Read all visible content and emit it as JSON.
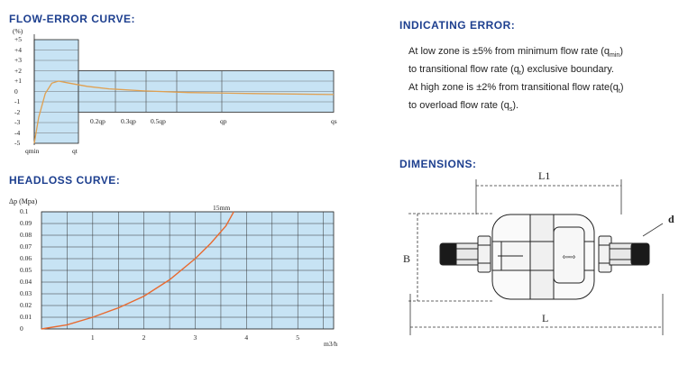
{
  "flow_error": {
    "title": "FLOW-ERROR CURVE:",
    "y_unit": "(%)",
    "y_ticks": [
      "+5",
      "+4",
      "+3",
      "+2",
      "+1",
      "0",
      "-1",
      "-2",
      "-3",
      "-4",
      "-5"
    ],
    "x_labels": [
      "0.2qp",
      "0.3qp",
      "0.5qp",
      "qp",
      "qs"
    ],
    "qmin_label": "qmin",
    "qt_label": "qt"
  },
  "headloss": {
    "title": "HEADLOSS CURVE:",
    "y_unit": "Δp (Mpa)",
    "x_unit": "m3/h",
    "curve_label": "15mm"
  },
  "indicating_error": {
    "title": "INDICATING ERROR:",
    "lines": [
      {
        "pre": "At low zone is ±5% from minimum flow rate (q",
        "sub": "min",
        "post": ")"
      },
      {
        "pre": "to transitional flow rate (q",
        "sub": "t",
        "post": ") exclusive boundary."
      },
      {
        "pre": "At high zone is ±2% from transitional flow rate(q",
        "sub": "t",
        "post": ")"
      },
      {
        "pre": "to overload flow rate (q",
        "sub": "s",
        "post": ")."
      }
    ]
  },
  "dimensions": {
    "title": "DIMENSIONS:",
    "label_L1": "L1",
    "label_L": "L",
    "label_B": "B",
    "label_d": "d"
  },
  "chart_data": [
    {
      "type": "line",
      "title": "FLOW-ERROR CURVE:",
      "ylabel": "(%)",
      "ylim": [
        -5,
        5
      ],
      "x_markers": [
        "qmin",
        "qt",
        "0.2qp",
        "0.3qp",
        "0.5qp",
        "qp",
        "qs"
      ],
      "zones": [
        {
          "from": "qmin",
          "to": "qt",
          "tolerance": 5
        },
        {
          "from": "qt",
          "to": "qs",
          "tolerance": 2
        }
      ],
      "series": [
        {
          "points": [
            [
              0.0,
              -5
            ],
            [
              0.1,
              -2.5
            ],
            [
              0.25,
              -0.2
            ],
            [
              0.4,
              0.8
            ],
            [
              0.55,
              1.0
            ],
            [
              0.8,
              0.8
            ],
            [
              1.2,
              0.5
            ],
            [
              1.7,
              0.25
            ],
            [
              2.5,
              0.05
            ],
            [
              3.5,
              -0.1
            ],
            [
              5.0,
              -0.2
            ],
            [
              6.8,
              -0.3
            ]
          ]
        }
      ]
    },
    {
      "type": "line",
      "title": "HEADLOSS CURVE:",
      "ylabel": "Δp (Mpa)",
      "xlabel": "m3/h",
      "xlim": [
        0,
        5.7
      ],
      "ylim": [
        0,
        0.1
      ],
      "x_ticks": [
        1,
        2,
        3,
        4,
        5
      ],
      "y_ticks": [
        0,
        0.01,
        0.02,
        0.03,
        0.04,
        0.05,
        0.06,
        0.07,
        0.08,
        0.09,
        0.1
      ],
      "grid": true,
      "series": [
        {
          "name": "15mm",
          "x": [
            0,
            0.5,
            1,
            1.5,
            2,
            2.5,
            3,
            3.3,
            3.6,
            3.75
          ],
          "y": [
            0,
            0.0035,
            0.01,
            0.018,
            0.028,
            0.042,
            0.06,
            0.073,
            0.088,
            0.1
          ]
        }
      ]
    }
  ]
}
